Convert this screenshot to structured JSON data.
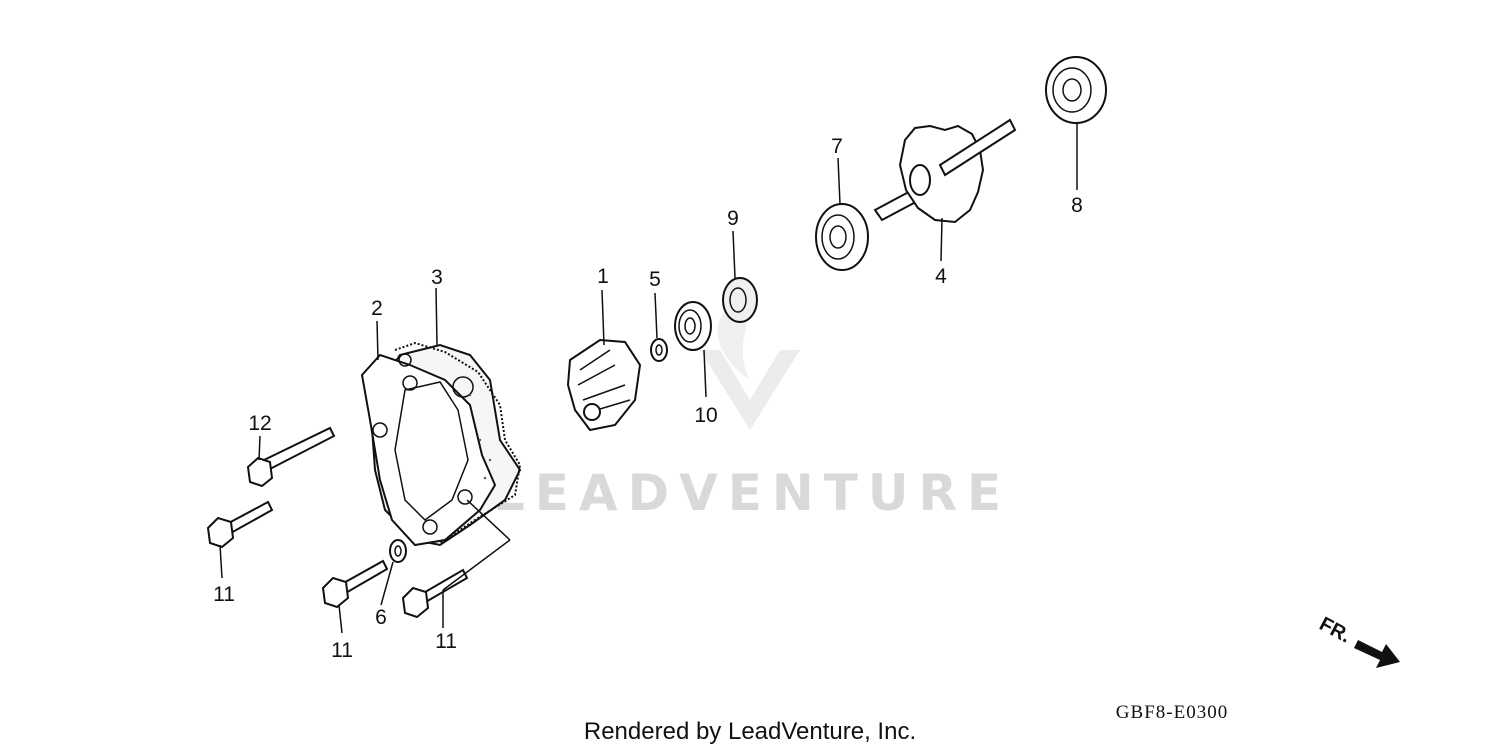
{
  "diagram": {
    "title": "",
    "drawing_code": "GBF8-E0300",
    "footer": "Rendered by LeadVenture, Inc.",
    "watermark": "LEADVENTURE",
    "direction_label": "FR.",
    "callouts": {
      "c1": "1",
      "c2": "2",
      "c3": "3",
      "c4": "4",
      "c5": "5",
      "c6": "6",
      "c7": "7",
      "c8": "8",
      "c9": "9",
      "c10": "10",
      "c11a": "11",
      "c11b": "11",
      "c11c": "11",
      "c12": "12"
    }
  }
}
